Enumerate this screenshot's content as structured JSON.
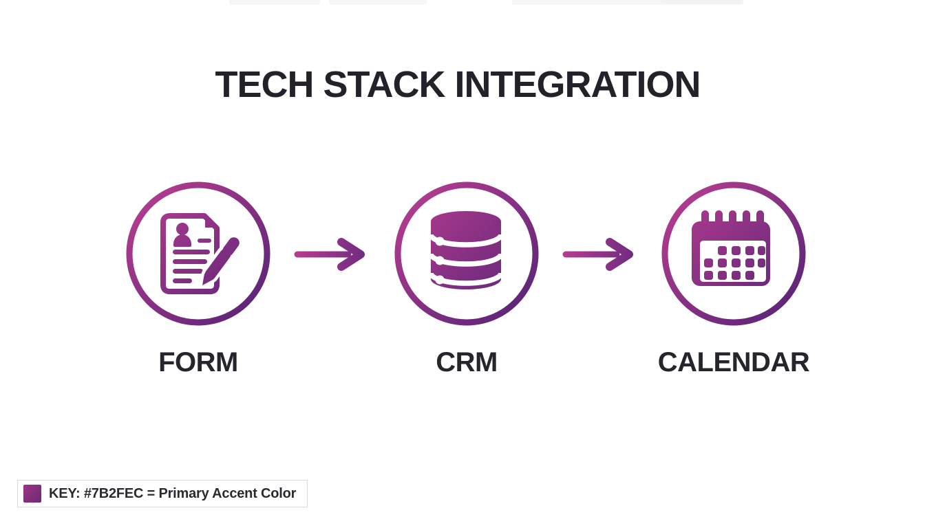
{
  "header": {
    "title": "TECH STACK INTEGRATION"
  },
  "flow": {
    "steps": [
      {
        "label": "FORM",
        "icon": "form-document-pencil-icon"
      },
      {
        "label": "CRM",
        "icon": "database-icon"
      },
      {
        "label": "CALENDAR",
        "icon": "calendar-icon"
      }
    ],
    "connectors": [
      {
        "type": "arrow-right",
        "from": "FORM",
        "to": "CRM"
      },
      {
        "type": "arrow-right",
        "from": "CRM",
        "to": "CALENDAR"
      }
    ]
  },
  "legend": {
    "text": "KEY: #7B2FEC = Primary Accent Color",
    "swatch_color": "#8E2E7D"
  },
  "colors": {
    "accent_primary": "#7B2FEC",
    "gradient_start": "#B13C8F",
    "gradient_end": "#5C2577",
    "text": "#26242B",
    "background": "#FFFFFF"
  }
}
